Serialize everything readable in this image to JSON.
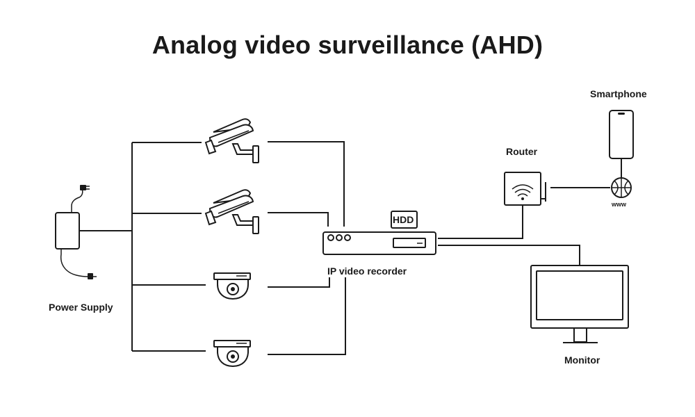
{
  "title": "Analog video surveillance (AHD)",
  "labels": {
    "power_supply": "Power Supply",
    "recorder": "IP video recorder",
    "hdd": "HDD",
    "router": "Router",
    "smartphone": "Smartphone",
    "internet": "www",
    "monitor": "Monitor"
  },
  "icons": {
    "power_supply": "power-adapter-icon",
    "camera_1": "bullet-camera-icon",
    "camera_2": "bullet-camera-icon",
    "camera_3": "dome-camera-icon",
    "camera_4": "dome-camera-icon",
    "recorder": "video-recorder-icon",
    "router": "wifi-router-icon",
    "internet": "globe-icon",
    "smartphone": "smartphone-icon",
    "monitor": "monitor-icon"
  },
  "colors": {
    "stroke": "#1a1a1a",
    "background": "#ffffff"
  }
}
